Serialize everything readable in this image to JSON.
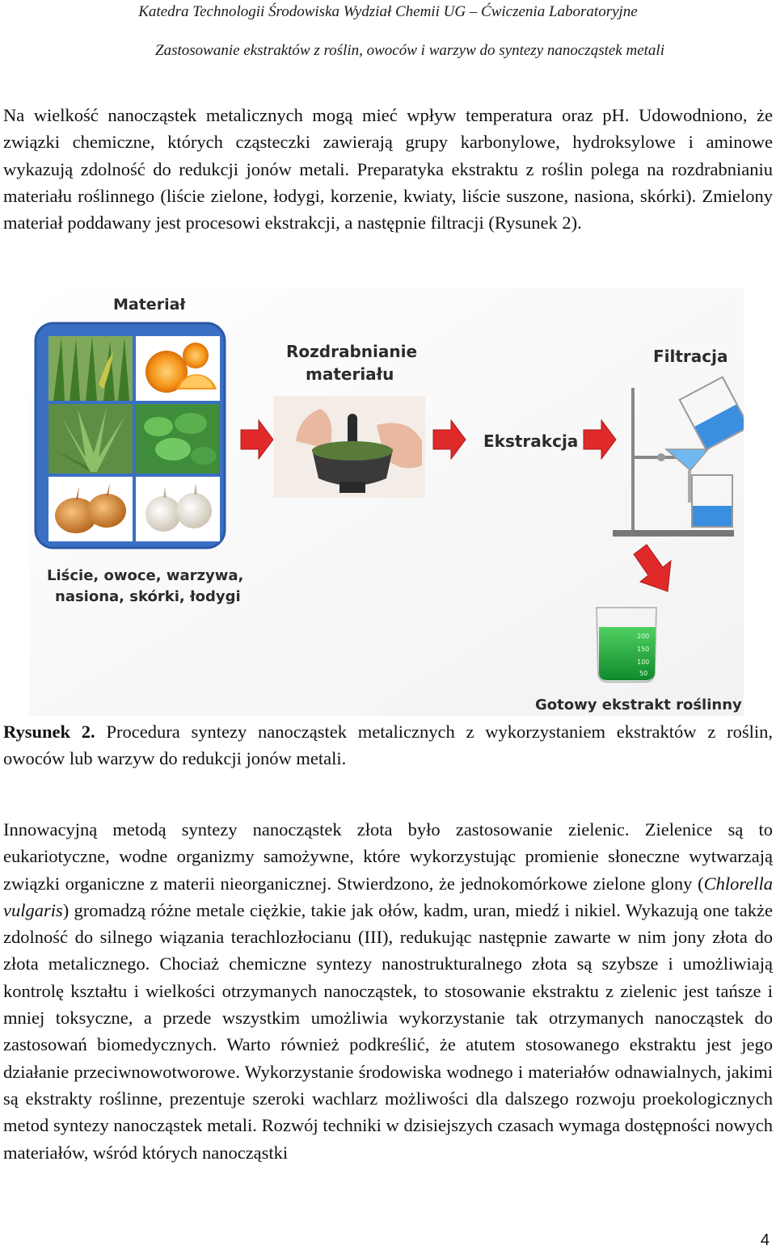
{
  "header": {
    "line1": "Katedra Technologii Środowiska Wydział Chemii UG – Ćwiczenia Laboratoryjne",
    "line2": "Zastosowanie ekstraktów z roślin, owoców i warzyw do syntezy nanocząstek metali"
  },
  "paragraph1": "Na wielkość nanocząstek metalicznych mogą mieć wpływ temperatura oraz pH. Udowodniono, że związki chemiczne, których cząsteczki zawierają grupy karbonylowe, hydroksylowe i aminowe wykazują zdolność do redukcji jonów metali. Preparatyka ekstraktu z roślin polega na rozdrabnianiu materiału roślinnego (liście zielone, łodygi, korzenie, kwiaty, liście suszone, nasiona, skórki). Zmielony materiał poddawany jest procesowi ekstrakcji, a następnie filtracji (Rysunek 2).",
  "figure": {
    "material_title": "Materiał",
    "grinding_line1": "Rozdrabnianie",
    "grinding_line2": "materiału",
    "extraction": "Ekstrakcja",
    "filtration": "Filtracja",
    "material_caption_line1": "Liście, owoce, warzywa,",
    "material_caption_line2": "nasiona, skórki, łodygi",
    "final_product": "Gotowy ekstrakt roślinny",
    "beaker_marks": [
      "200",
      "150",
      "100",
      "50"
    ],
    "colors": {
      "panel_blue": "#3a6fc4",
      "arrow_red": "#e02a2a",
      "liquid_blue": "#3b8fe0",
      "extract_green": "#20b040"
    }
  },
  "caption": {
    "label": "Rysunek 2.",
    "text": "Procedura syntezy nanocząstek metalicznych z wykorzystaniem ekstraktów z roślin, owoców lub warzyw do redukcji jonów metali."
  },
  "paragraph2": {
    "part1": "Innowacyjną metodą syntezy nanocząstek złota było zastosowanie zielenic. Zielenice są to eukariotyczne, wodne organizmy samożywne, które wykorzystując promienie słoneczne wytwarzają związki organiczne z materii nieorganicznej. Stwierdzono, że jednokomórkowe zielone glony (",
    "italic": "Chlorella vulgaris",
    "part2": ") gromadzą różne metale ciężkie, takie jak ołów, kadm, uran, miedź i nikiel. Wykazują one także zdolność do silnego wiązania terachlozłocianu (III), redukując następnie zawarte w nim jony złota do złota metalicznego. Chociaż chemiczne syntezy nanostrukturalnego złota są szybsze i umożliwiają kontrolę kształtu i wielkości otrzymanych nanocząstek, to stosowanie ekstraktu z zielenic jest tańsze i mniej toksyczne, a przede wszystkim umożliwia wykorzystanie tak otrzymanych nanocząstek do zastosowań biomedycznych. Warto również podkreślić, że atutem stosowanego ekstraktu jest jego działanie przeciwnowotworowe. Wykorzystanie środowiska wodnego i materiałów odnawialnych, jakimi są ekstrakty roślinne, prezentuje szeroki wachlarz możliwości dla dalszego rozwoju proekologicznych metod syntezy nanocząstek metali. Rozwój techniki w dzisiejszych czasach wymaga dostępności nowych materiałów, wśród których nanocząstki"
  },
  "page_number": "4"
}
